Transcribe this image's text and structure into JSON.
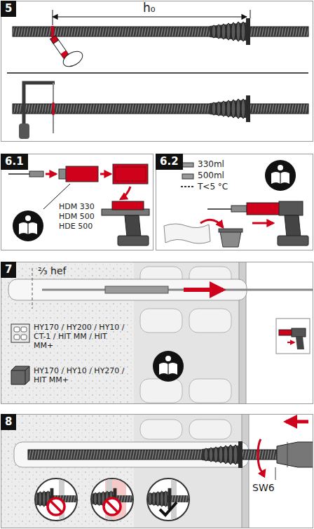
{
  "diagram": {
    "nodes": [
      {
        "text": [
          "5"
        ]
      },
      {
        "text": [
          "6.1"
        ]
      },
      {
        "text": [
          "6.2"
        ]
      },
      {
        "text": [
          "7"
        ]
      },
      {
        "text": [
          "8"
        ]
      }
    ],
    "labels": [
      "h₀",
      "HDM 330",
      "HDM 500",
      "HDE 500",
      "330ml",
      "500ml",
      "T<5 °C",
      "⅔ hef",
      "SW6"
    ],
    "legend": [
      {
        "text": "HY170 / HY200 / HY10 / CT-1 / HIT MM / HIT MM+"
      },
      {
        "text": "HY170 / HY10 / HY270 / HIT MM+"
      }
    ]
  }
}
